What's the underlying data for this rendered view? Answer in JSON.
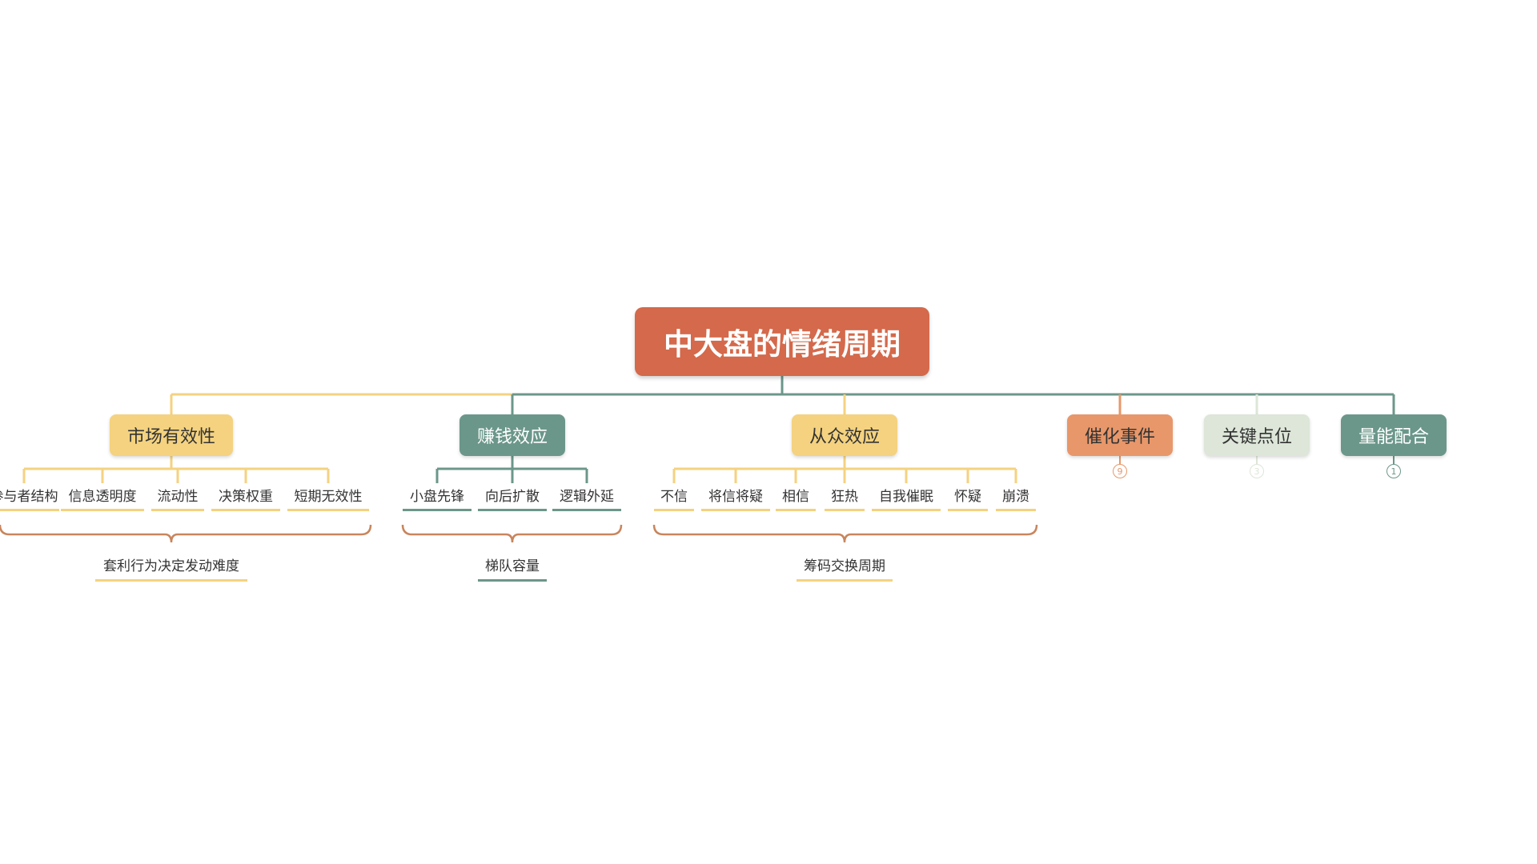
{
  "root": {
    "label": "中大盘的情绪周期"
  },
  "branches": [
    {
      "label": "市场有效性",
      "children": [
        "参与者结构",
        "信息透明度",
        "流动性",
        "决策权重",
        "短期无效性"
      ],
      "summary": "套利行为决定发动难度"
    },
    {
      "label": "赚钱效应",
      "children": [
        "小盘先锋",
        "向后扩散",
        "逻辑外延"
      ],
      "summary": "梯队容量"
    },
    {
      "label": "从众效应",
      "children": [
        "不信",
        "将信将疑",
        "相信",
        "狂热",
        "自我催眠",
        "怀疑",
        "崩溃"
      ],
      "summary": "筹码交换周期"
    },
    {
      "label": "催化事件",
      "collapsed_count": "9"
    },
    {
      "label": "关键点位",
      "collapsed_count": "3"
    },
    {
      "label": "量能配合",
      "collapsed_count": "1"
    }
  ],
  "colors": {
    "root": "#d4694b",
    "yellow": "#f4d27f",
    "teal": "#6b978a",
    "orange": "#e8976a",
    "pale": "#dde6d8",
    "brace": "#c9855c"
  }
}
